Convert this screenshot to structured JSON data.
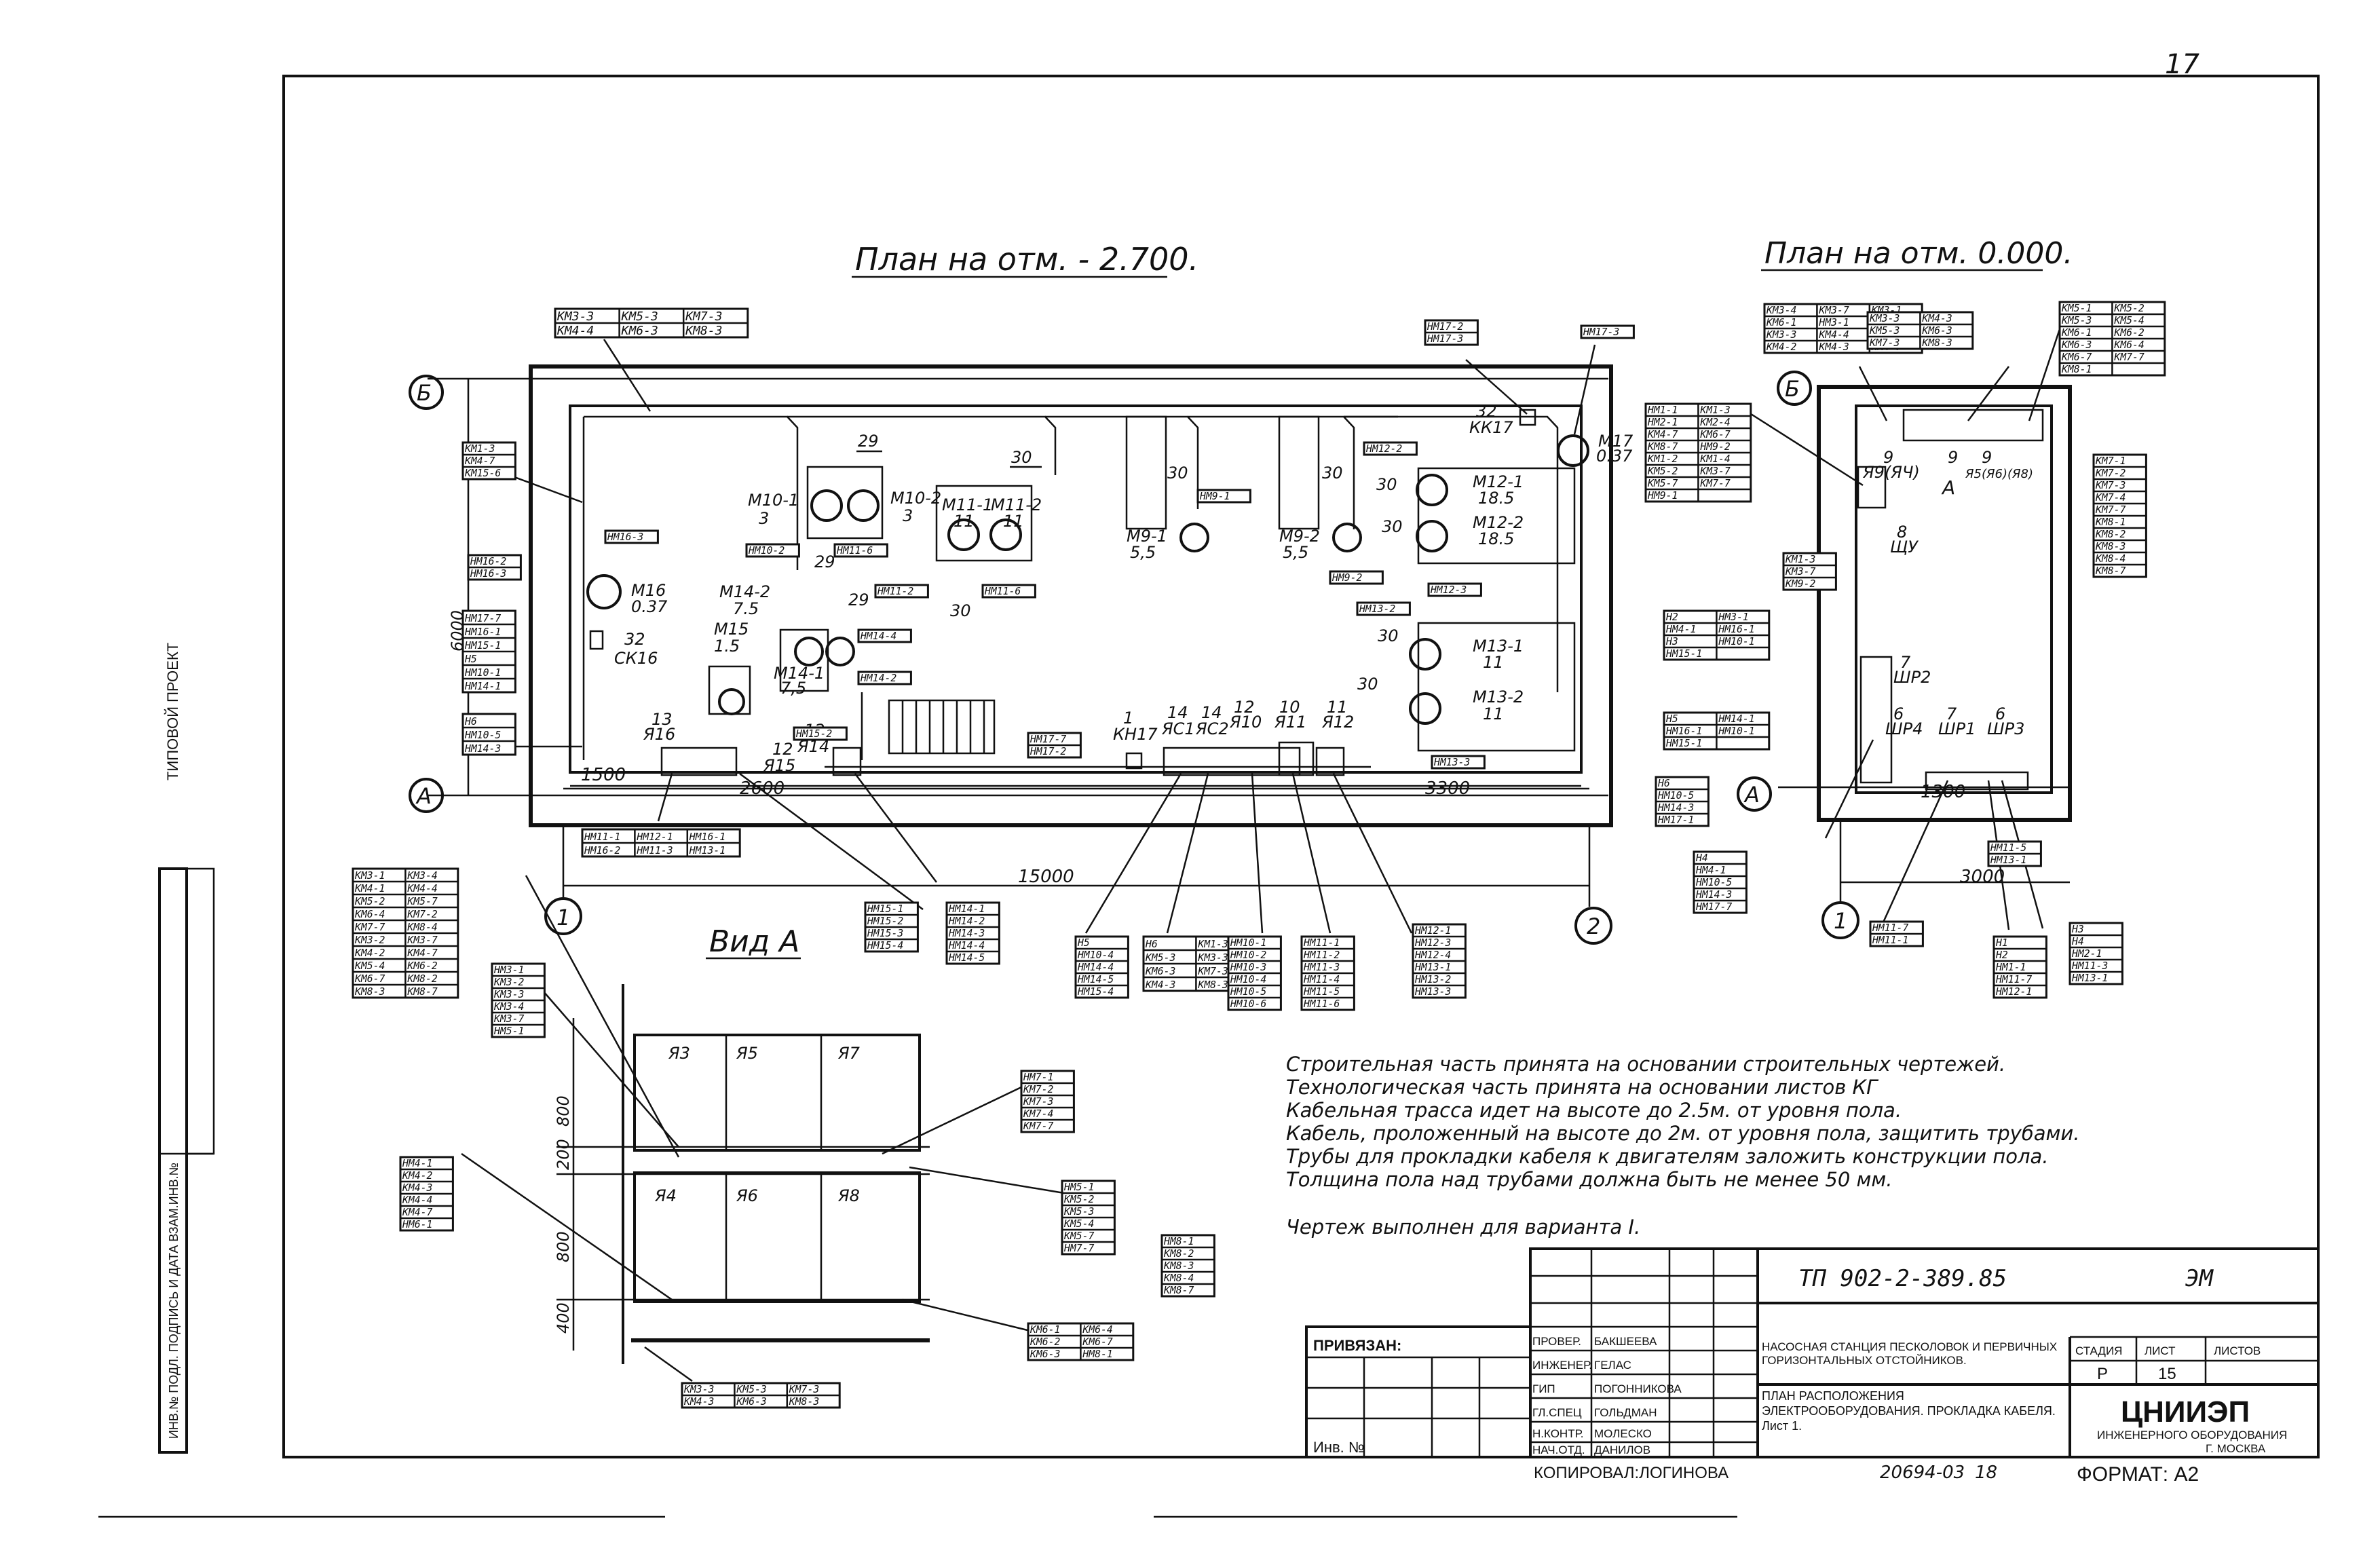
{
  "sheet_number": "17",
  "titles": {
    "plan_lower": "План на отм. - 2.700.",
    "plan_upper": "План на отм. 0.000.",
    "view_a": "Вид А"
  },
  "axes": {
    "a": "А",
    "b": "Б",
    "one": "1",
    "two": "2"
  },
  "dimensions": {
    "d1500": "1500",
    "d2600": "2600",
    "d3300": "3300",
    "d15000": "15000",
    "d6000": "6000",
    "d1300": "1300",
    "d3000": "3000",
    "d800a": "800",
    "d200": "200",
    "d800b": "800",
    "d400": "400"
  },
  "equipment": [
    {
      "code": "М10-1",
      "power": "3"
    },
    {
      "code": "М10-2",
      "power": "3"
    },
    {
      "code": "М11-1",
      "power": "11"
    },
    {
      "code": "М11-2",
      "power": "11"
    },
    {
      "code": "М9-1",
      "power": "5,5"
    },
    {
      "code": "М9-2",
      "power": "5,5"
    },
    {
      "code": "М12-1",
      "power": "18.5"
    },
    {
      "code": "М12-2",
      "power": "18.5"
    },
    {
      "code": "М13-1",
      "power": "11"
    },
    {
      "code": "М13-2",
      "power": "11"
    },
    {
      "code": "М14-2",
      "power": "7.5"
    },
    {
      "code": "М14-1",
      "power": "7,5"
    },
    {
      "code": "М15",
      "power": "1.5"
    },
    {
      "code": "М16",
      "power": "0.37"
    },
    {
      "code": "М17",
      "power": "0.37"
    }
  ],
  "marks": {
    "n29a": "29",
    "n29b": "29",
    "n29c": "29",
    "n30a": "30",
    "n30b": "30",
    "n30c": "30",
    "n30d": "30",
    "n30e": "30",
    "n30f": "30",
    "n30g": "30",
    "n32a": "32",
    "n32b": "32",
    "kk17": "КК17",
    "ck16": "СК16",
    "n13": "13",
    "ya16": "Я16",
    "n12": "12",
    "ya15": "Я15",
    "n12b": "12",
    "ya14": "Я14",
    "n1": "1",
    "kn17": "КН17",
    "n14a": "14",
    "ya1": "ЯС1",
    "n14b": "14",
    "ya2": "ЯС2",
    "n12c": "12",
    "ya10": "Я10",
    "n10": "10",
    "ya11": "Я11",
    "n11": "11",
    "ya12": "Я12",
    "n11b": "11",
    "n30h": "30",
    "n11c": "11"
  },
  "cable_tags": {
    "t1": [
      "КМ3-3",
      "КМ5-3",
      "КМ7-3",
      "КМ4-4",
      "КМ6-3",
      "КМ8-3"
    ],
    "t2": [
      "НМ17-2",
      "НМ17-3"
    ],
    "t3": [
      "НМ17-3"
    ],
    "t4": [
      "КМ1-3",
      "КМ4-7",
      "КМ15-6"
    ],
    "t5": [
      "НМ16-3"
    ],
    "t6": [
      "НМ16-2",
      "НМ16-3"
    ],
    "t7": [
      "НМ17-7",
      "НМ16-1",
      "НМ15-1",
      "Н5",
      "НМ10-1",
      "НМ14-1"
    ],
    "t8": [
      "Н6",
      "НМ10-5",
      "НМ14-3"
    ],
    "t9": [
      "НМ10-2"
    ],
    "t10": [
      "НМ11-6"
    ],
    "t11": [
      "НМ11-2"
    ],
    "t12": [
      "НМ11-6"
    ],
    "t13": [
      "НМ9-1"
    ],
    "t14": [
      "НМ9-2"
    ],
    "t15": [
      "НМ12-2"
    ],
    "t16": [
      "НМ12-3"
    ],
    "t17": [
      "НМ13-2"
    ],
    "t18": [
      "НМ13-3"
    ],
    "t19": [
      "НМ14-4"
    ],
    "t20": [
      "НМ14-2"
    ],
    "t21": [
      "НМ15-2"
    ],
    "t22": [
      "НМ17-7",
      "НМ17-2"
    ],
    "t23": [
      "НМ11-1",
      "НМ12-1",
      "НМ16-1",
      "НМ16-2",
      "НМ11-3",
      "НМ13-1"
    ],
    "t24": [
      "НМ15-1",
      "НМ15-2",
      "НМ15-3",
      "НМ15-4"
    ],
    "t25": [
      "НМ14-1",
      "НМ14-2",
      "НМ14-3",
      "НМ14-4",
      "НМ14-5"
    ],
    "t26": [
      "Н5",
      "НМ10-4",
      "НМ14-4",
      "НМ14-5",
      "НМ15-4"
    ],
    "t27": [
      "Н6",
      "КМ1-3",
      "КМ5-3",
      "КМ3-3",
      "КМ6-3",
      "КМ7-3",
      "КМ4-3",
      "КМ8-3"
    ],
    "t28": [
      "НМ10-1",
      "НМ10-2",
      "НМ10-3",
      "НМ10-4",
      "НМ10-5",
      "НМ10-6"
    ],
    "t29": [
      "НМ11-1",
      "НМ11-2",
      "НМ11-3",
      "НМ11-4",
      "НМ11-5",
      "НМ11-6"
    ],
    "t30": [
      "НМ12-1",
      "НМ12-3",
      "НМ12-4",
      "НМ13-1",
      "НМ13-2",
      "НМ13-3"
    ],
    "u1": [
      "КМ3-4",
      "КМ3-7",
      "КМ3-1",
      "КМ6-1",
      "НМ3-1",
      "КМ3-2",
      "КМ3-3",
      "КМ4-4",
      "НМ4-1",
      "КМ4-2",
      "КМ4-3",
      "НМ4-7"
    ],
    "u2": [
      "КМ3-3",
      "КМ4-3",
      "КМ5-3",
      "КМ6-3",
      "КМ7-3",
      "КМ8-3"
    ],
    "u3": [
      "КМ5-1",
      "КМ5-2",
      "КМ5-3",
      "КМ5-4",
      "КМ6-1",
      "КМ6-2",
      "КМ6-3",
      "КМ6-4",
      "КМ6-7",
      "КМ7-7",
      "КМ8-1"
    ],
    "u4": [
      "НМ1-1",
      "КМ1-3",
      "НМ2-1",
      "КМ2-4",
      "КМ4-7",
      "КМ6-7",
      "КМ8-7",
      "НМ9-2",
      "КМ1-2",
      "КМ1-4",
      "КМ5-2",
      "КМ3-7",
      "КМ5-7",
      "КМ7-7",
      "НМ9-1"
    ],
    "u5": [
      "КМ7-1",
      "КМ7-2",
      "КМ7-3",
      "КМ7-4",
      "КМ7-7",
      "КМ8-1",
      "КМ8-2",
      "КМ8-3",
      "КМ8-4",
      "КМ8-7"
    ],
    "u6": [
      "КМ1-3",
      "КМ3-7",
      "КМ9-2"
    ],
    "u7": [
      "Н2",
      "НМ3-1",
      "НМ4-1",
      "НМ16-1",
      "Н3",
      "НМ10-1",
      "НМ15-1"
    ],
    "u8": [
      "Н5",
      "НМ14-1",
      "НМ16-1",
      "НМ10-1",
      "НМ15-1"
    ],
    "u9": [
      "Н6",
      "НМ10-5",
      "НМ14-3",
      "НМ17-1"
    ],
    "u10": [
      "Н4",
      "НМ4-1",
      "НМ10-5",
      "НМ14-3",
      "НМ17-7"
    ],
    "u11": [
      "НМ11-7",
      "НМ11-1"
    ],
    "u12": [
      "Н1",
      "Н2",
      "НМ1-1",
      "НМ11-7",
      "НМ12-1"
    ],
    "u13": [
      "Н3",
      "Н4",
      "НМ2-1",
      "НМ11-3",
      "НМ13-1"
    ],
    "u14": [
      "НМ11-5",
      "НМ13-1"
    ],
    "v1": [
      "НМ3-1",
      "КМ3-2",
      "КМ3-3",
      "КМ3-4",
      "КМ3-7",
      "НМ5-1"
    ],
    "v2": [
      "КМ3-1",
      "КМ3-4",
      "КМ4-1",
      "КМ4-4",
      "КМ5-2",
      "КМ5-7",
      "КМ6-4",
      "КМ7-2",
      "КМ7-7",
      "КМ8-4",
      "КМ3-2",
      "КМ3-7",
      "КМ4-2",
      "КМ4-7",
      "КМ5-4",
      "КМ6-2",
      "КМ6-7",
      "КМ8-2",
      "КМ8-3",
      "КМ8-7"
    ],
    "v3": [
      "НМ7-1",
      "КМ7-2",
      "КМ7-3",
      "КМ7-4",
      "КМ7-7"
    ],
    "v4": [
      "НМ5-1",
      "КМ5-2",
      "КМ5-3",
      "КМ5-4",
      "КМ5-7",
      "НМ7-7"
    ],
    "v5": [
      "НМ8-1",
      "КМ8-2",
      "КМ8-3",
      "КМ8-4",
      "КМ8-7"
    ],
    "v6": [
      "НМ4-1",
      "КМ4-2",
      "КМ4-3",
      "КМ4-4",
      "КМ4-7",
      "НМ6-1"
    ],
    "v7": [
      "КМ6-1",
      "КМ6-4",
      "КМ6-2",
      "КМ6-7",
      "КМ6-3",
      "НМ8-1"
    ],
    "v8": [
      "КМ3-3",
      "КМ5-3",
      "КМ7-3",
      "КМ4-3",
      "КМ6-3",
      "КМ8-3"
    ]
  },
  "plan0": {
    "n9a": "9",
    "ya9": "Я9(ЯЧ)",
    "n9b": "9",
    "a_mark": "А",
    "n9c": "9",
    "ya5": "Я5(Я6)(Я8)",
    "n8": "8",
    "sh1": "ЩУ",
    "n7": "7",
    "shr2": "ШР2",
    "n6a": "6",
    "shr4": "ШР4",
    "n7b": "7",
    "shr1": "ШР1",
    "n6b": "6",
    "shr3": "ШР3"
  },
  "cells": {
    "ya3": "Я3",
    "ya5": "Я5",
    "ya7": "Я7",
    "ya4": "Я4",
    "ya6": "Я6",
    "ya8": "Я8"
  },
  "notes": [
    "Строительная часть принята на основании строительных чертежей.",
    "Технологическая часть принята на основании листов КГ",
    "Кабельная трасса идет на высоте до 2.5м. от уровня пола.",
    "Кабель, проложенный на высоте до 2м. от уровня пола, защитить трубами.",
    "Трубы для прокладки кабеля к двигателям заложить конструкции пола.",
    "Толщина пола над трубами должна быть не менее 50 мм."
  ],
  "variant_note": "Чертеж выполнен для варианта I.",
  "title_block": {
    "code": "ТП 902-2-389.85",
    "mark": "ЭМ",
    "privyazan": "ПРИВЯЗАН:",
    "inv": "Инв. №",
    "roles": [
      "ПРОВЕР.",
      "ИНЖЕНЕР.",
      "ГИП",
      "ГЛ.СПЕЦ",
      "Н.КОНТР.",
      "НАЧ.ОТД."
    ],
    "names": [
      "БАКШЕЕВА",
      "ГЕЛАС",
      "ПОГОННИКОВА",
      "ГОЛЬДМАН",
      "МОЛЕСКО",
      "ДАНИЛОВ"
    ],
    "project": "НАСОСНАЯ СТАНЦИЯ ПЕСКОЛОВОК И ПЕРВИЧНЫХ ГОРИЗОНТАЛЬНЫХ ОТСТОЙНИКОВ.",
    "sheet_title": "ПЛАН РАСПОЛОЖЕНИЯ ЭЛЕКТРООБОРУДОВАНИЯ. ПРОКЛАДКА КАБЕЛЯ. Лист 1.",
    "stage_h": "СТАДИЯ",
    "list_h": "ЛИСТ",
    "lists_h": "ЛИСТОВ",
    "stage": "Р",
    "list": "15",
    "org": "ЦНИИЭП",
    "org_sub": "ИНЖЕНЕРНОГО ОБОРУДОВАНИЯ",
    "city": "Г. МОСКВА",
    "copied": "КОПИРОВАЛ:ЛОГИНОВА",
    "order": "20694-03",
    "order_n": "18",
    "format": "ФОРМАТ: А2"
  },
  "side_labels": {
    "s1": "ТИПОВОЙ ПРОЕКТ",
    "s2": "ИНВ.№ ПОДЛ. ПОДПИСЬ И ДАТА ВЗАМ.ИНВ.№"
  }
}
